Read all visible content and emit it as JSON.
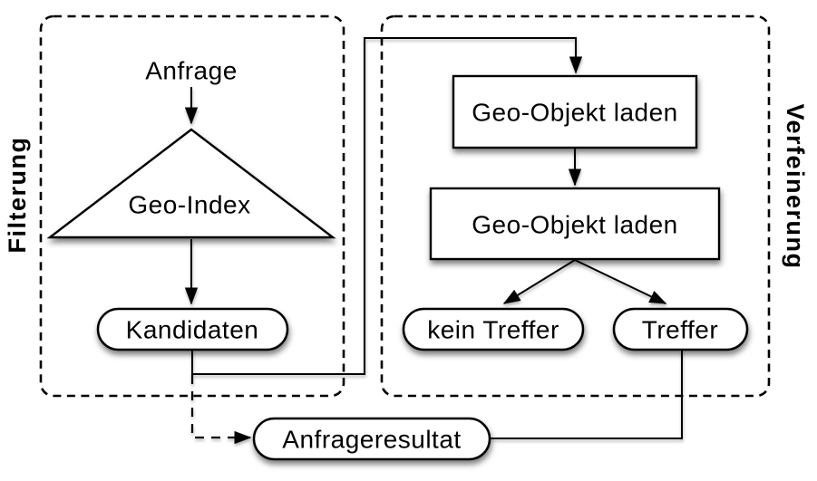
{
  "diagram": {
    "colors": {
      "stroke": "#000000",
      "shape_fill": "#ffffff",
      "background": "#ffffff"
    },
    "sections": {
      "filterung": {
        "label": "Filterung",
        "side": "left"
      },
      "verfeinerung": {
        "label": "Verfeinerung",
        "side": "right"
      }
    },
    "nodes": {
      "anfrage": {
        "label": "Anfrage",
        "shape": "plain-text",
        "section": "filterung"
      },
      "geo_index": {
        "label": "Geo-Index",
        "shape": "triangle",
        "section": "filterung"
      },
      "kandidaten": {
        "label": "Kandidaten",
        "shape": "pill",
        "section": "filterung"
      },
      "geo_objekt_laden_1": {
        "label": "Geo-Objekt laden",
        "shape": "rect",
        "section": "verfeinerung"
      },
      "geo_objekt_laden_2": {
        "label": "Geo-Objekt laden",
        "shape": "rect",
        "section": "verfeinerung"
      },
      "kein_treffer": {
        "label": "kein Treffer",
        "shape": "pill",
        "section": "verfeinerung"
      },
      "treffer": {
        "label": "Treffer",
        "shape": "pill",
        "section": "verfeinerung"
      },
      "anfrageresultat": {
        "label": "Anfrageresultat",
        "shape": "pill",
        "section": "none"
      }
    },
    "edges": [
      {
        "from": "anfrage",
        "to": "geo_index",
        "style": "solid-arrow"
      },
      {
        "from": "geo_index",
        "to": "kandidaten",
        "style": "solid-arrow"
      },
      {
        "from": "kandidaten",
        "to": "geo_objekt_laden_1",
        "style": "solid-arrow"
      },
      {
        "from": "geo_objekt_laden_1",
        "to": "geo_objekt_laden_2",
        "style": "solid-arrow"
      },
      {
        "from": "geo_objekt_laden_2",
        "to": "kein_treffer",
        "style": "solid-arrow"
      },
      {
        "from": "geo_objekt_laden_2",
        "to": "treffer",
        "style": "solid-arrow"
      },
      {
        "from": "kandidaten",
        "to": "anfrageresultat",
        "style": "dashed-arrow"
      },
      {
        "from": "treffer",
        "to": "anfrageresultat",
        "style": "solid-line"
      }
    ]
  }
}
